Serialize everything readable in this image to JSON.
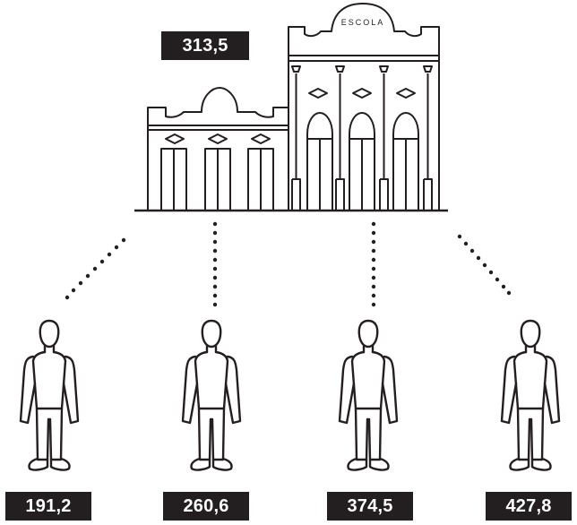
{
  "school": {
    "sign_text": "ESCOLA",
    "value": "313,5",
    "icon": "school-building-icon"
  },
  "people": [
    {
      "value": "191,2",
      "icon": "person-icon"
    },
    {
      "value": "260,6",
      "icon": "person-icon"
    },
    {
      "value": "374,5",
      "icon": "person-icon"
    },
    {
      "value": "427,8",
      "icon": "person-icon"
    }
  ],
  "colors": {
    "line": "#231f20",
    "label_background": "#231f20",
    "label_text": "#ffffff",
    "background": "#ffffff"
  }
}
